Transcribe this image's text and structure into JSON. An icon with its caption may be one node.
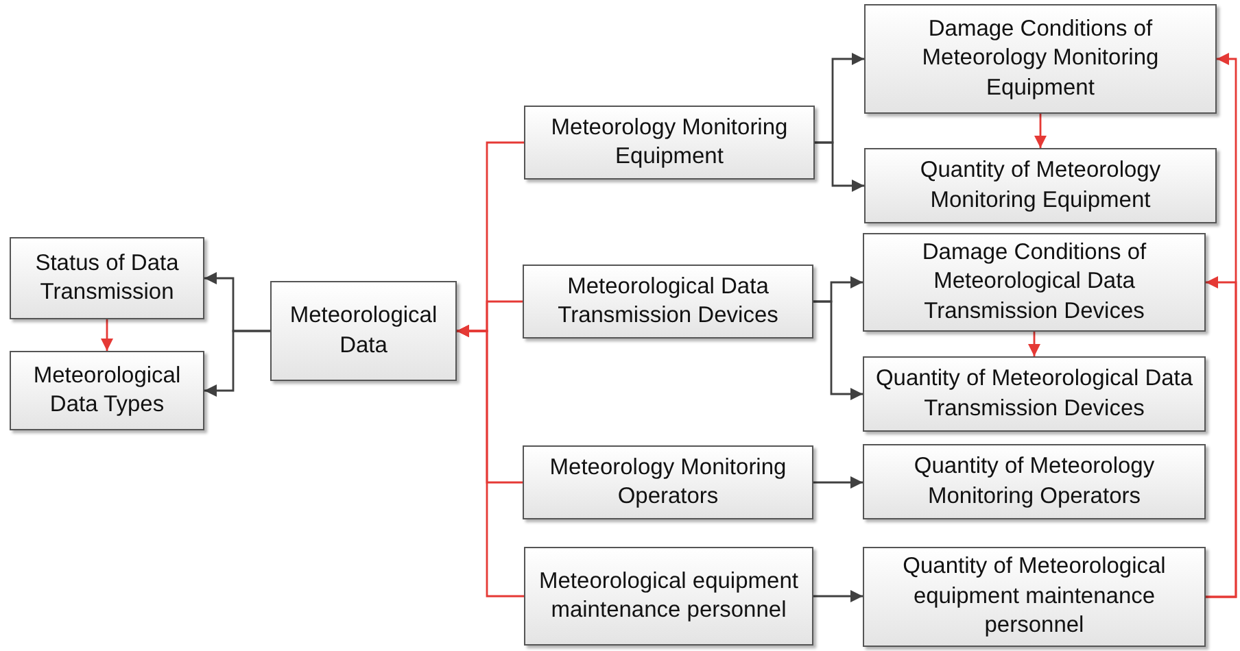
{
  "diagram": {
    "nodes": [
      {
        "text": [
          "Status of Data Transmission"
        ]
      },
      {
        "text": [
          "Meteorological Data Types"
        ]
      },
      {
        "text": [
          "Meteorological Data"
        ]
      },
      {
        "text": [
          "Meteorology Monitoring Equipment"
        ]
      },
      {
        "text": [
          "Meteorological Data Transmission Devices"
        ]
      },
      {
        "text": [
          "Damage Conditions of Meteorology Monitoring Equipment"
        ]
      },
      {
        "text": [
          "Quantity of Meteorology Monitoring Equipment"
        ]
      },
      {
        "text": [
          "Damage Conditions of Meteorological Data Transmission Devices"
        ]
      },
      {
        "text": [
          "Quantity of Meteorological Data Transmission Devices"
        ]
      },
      {
        "text": [
          "Meteorology Monitoring Operators"
        ]
      },
      {
        "text": [
          "Meteorological equipment maintenance personnel"
        ]
      },
      {
        "text": [
          "Quantity of Meteorology Monitoring Operators"
        ]
      },
      {
        "text": [
          "Quantity of Meteorological equipment maintenance personnel"
        ]
      }
    ],
    "edges": [
      {
        "from": 2,
        "to": 0,
        "arrow": "to",
        "color": "#404040"
      },
      {
        "from": 2,
        "to": 1,
        "arrow": "to",
        "color": "#404040"
      },
      {
        "from": 0,
        "to": 1,
        "arrow": "to"
      },
      {
        "from": 3,
        "to": 2,
        "arrow": "to"
      },
      {
        "from": 4,
        "to": 2,
        "arrow": "to"
      },
      {
        "from": 9,
        "to": 2,
        "arrow": "to"
      },
      {
        "from": 10,
        "to": 2,
        "arrow": "to"
      },
      {
        "from": 3,
        "to": 5,
        "arrow": "to",
        "color": "#404040"
      },
      {
        "from": 3,
        "to": 6,
        "arrow": "to",
        "color": "#404040"
      },
      {
        "from": 5,
        "to": 6,
        "arrow": "to"
      },
      {
        "from": 4,
        "to": 7,
        "arrow": "to",
        "color": "#404040"
      },
      {
        "from": 4,
        "to": 8,
        "arrow": "to",
        "color": "#404040"
      },
      {
        "from": 7,
        "to": 8,
        "arrow": "to"
      },
      {
        "from": 9,
        "to": 11,
        "arrow": "to",
        "color": "#404040"
      },
      {
        "from": 10,
        "to": 12,
        "arrow": "to",
        "color": "#404040"
      },
      {
        "from": 12,
        "to": 5,
        "arrow": "to"
      },
      {
        "from": 12,
        "to": 7,
        "arrow": "to"
      }
    ]
  }
}
